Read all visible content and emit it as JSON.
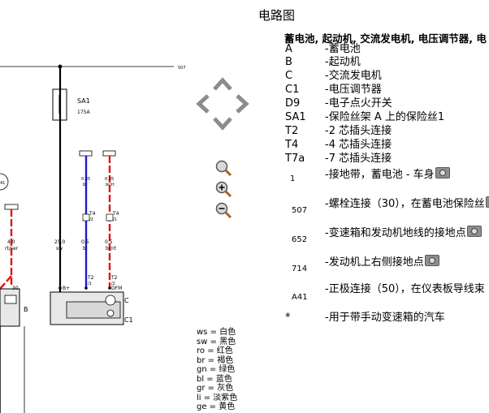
{
  "page": {
    "title": "电路图"
  },
  "subtitle": "蓄电池, 起动机, 交流发电机, 电压调节器, 电",
  "legend": [
    {
      "code": "A",
      "desc": "-蓄电池",
      "camera": false
    },
    {
      "code": "B",
      "desc": "-起动机",
      "camera": false
    },
    {
      "code": "C",
      "desc": "-交流发电机",
      "camera": false
    },
    {
      "code": "C1",
      "desc": "-电压调节器",
      "camera": false
    },
    {
      "code": "D9",
      "desc": "-电子点火开关",
      "camera": false
    },
    {
      "code": "SA1",
      "desc": "-保险丝架 A 上的保险丝1",
      "camera": false
    },
    {
      "code": "T2",
      "desc": "-2 芯插头连接",
      "camera": false
    },
    {
      "code": "T4",
      "desc": "-4 芯插头连接",
      "camera": false
    },
    {
      "code": "T7a",
      "desc": "-7 芯插头连接",
      "camera": false
    },
    {
      "code": "1",
      "desc": "-接地带，蓄电池 - 车身",
      "camera": true
    },
    {
      "code": "507",
      "desc": "-螺栓连接（30），在蓄电池保险丝",
      "camera": true
    },
    {
      "code": "652",
      "desc": "-变速箱和发动机地线的接地点",
      "camera": true
    },
    {
      "code": "714",
      "desc": "-发动机上右侧接地点",
      "camera": true
    },
    {
      "code": "A41",
      "desc": "-正极连接（50），在仪表板导线束",
      "camera": false
    },
    {
      "code": "*",
      "desc": "-用于带手动变速箱的汽车",
      "camera": false
    }
  ],
  "wire_colors": [
    "ws = 白色",
    "sw = 黑色",
    "ro = 红色",
    "br = 褐色",
    "gn = 绿色",
    "bl = 蓝色",
    "gr = 灰色",
    "li = 淡紫色",
    "ge = 黄色"
  ],
  "nav": {
    "up": "up-arrow",
    "down": "down-arrow",
    "left": "left-arrow",
    "right": "right-arrow"
  },
  "zoom": {
    "zoom_fit": "zoom-fit-icon",
    "zoom_in": "zoom-in-icon",
    "zoom_out": "zoom-out-icon"
  },
  "diagram": {
    "label_507": "507",
    "fuse_name": "SA1",
    "fuse_rating": "175A",
    "wire_main_size": "25.0",
    "wire_main_color": "sw",
    "wire_left_size": "4.0",
    "wire_left_color": "rt/ser",
    "wire_bl_size_top": "0.35",
    "wire_bl_color_top": "bl",
    "wire_ro_size_top": "0.35",
    "wire_ro_color_top": "br/rt",
    "wire_bl_size": "0.5",
    "wire_bl_color": "bl",
    "wire_ro_size": "0.5",
    "wire_ro_color": "br/rt",
    "conn_t4_a": "T4",
    "conn_t4_a_pin": "/2",
    "conn_t4_b": "T4",
    "conn_t4_b_pin": "/1",
    "conn_t2_a": "T2",
    "conn_t2_a_pin": "/1",
    "conn_t2_b": "T2",
    "conn_t2_b_pin": "/2",
    "pin_b_plus": "B+",
    "pin_dfm": "DFM",
    "pin_30": "30",
    "label_c": "C",
    "label_c1": "C1",
    "label_b": "B",
    "label_41": "41"
  },
  "colors": {
    "blue_wire": "#1a1adc",
    "red_wire": "#e01414",
    "nav_gray": "#8c8c8c"
  }
}
